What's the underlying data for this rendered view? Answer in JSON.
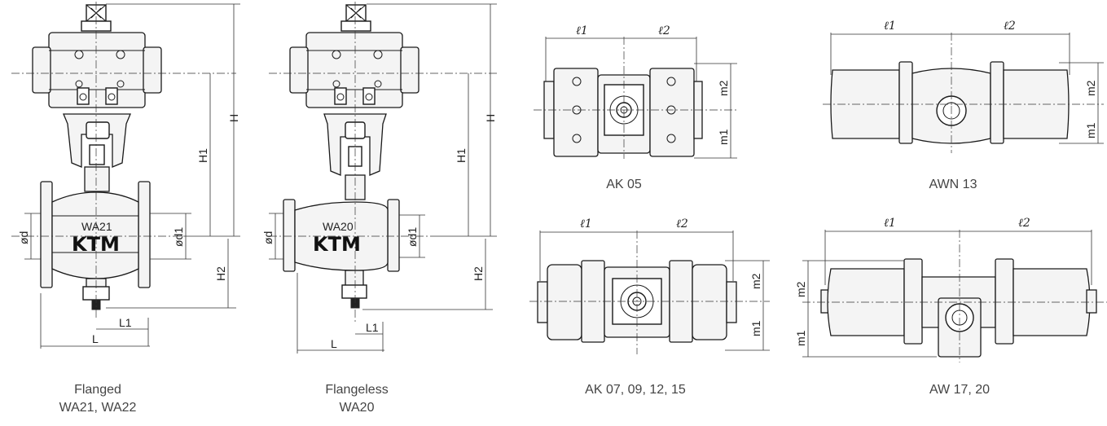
{
  "captions": {
    "flanged_title": "Flanged",
    "flanged_models": "WA21, WA22",
    "flangeless_title": "Flangeless",
    "flangeless_models": "WA20",
    "ak05": "AK 05",
    "awn13": "AWN 13",
    "ak07": "AK 07, 09, 12, 15",
    "aw17": "AW 17, 20"
  },
  "body_labels": {
    "flanged_model": "WA21",
    "flangeless_model": "WA20",
    "brand": "KTM"
  },
  "dimensions": {
    "H": "H",
    "H1": "H1",
    "H2": "H2",
    "d": "ød",
    "d1": "ød1",
    "L": "L",
    "L1": "L1",
    "l1": "ℓ1",
    "l2": "ℓ2",
    "m1": "m1",
    "m2": "m2"
  },
  "colors": {
    "line": "#1a1a1a",
    "caption": "#444444"
  }
}
